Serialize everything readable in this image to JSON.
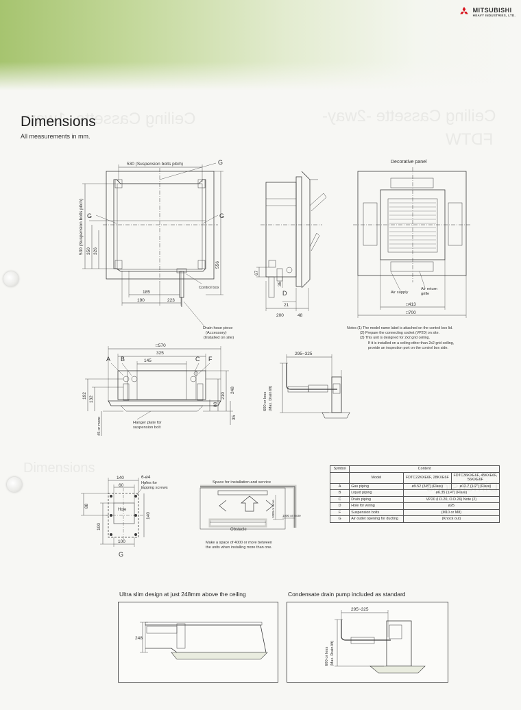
{
  "header": {
    "brand": "MITSUBISHI",
    "brand_sub": "HEAVY INDUSTRIES, LTD."
  },
  "page": {
    "title": "Dimensions",
    "subtitle": "All measurements in mm."
  },
  "top_view": {
    "suspension_pitch_h": "530 (Suspension bolts pitch)",
    "suspension_pitch_v": "530 (Suspension bolts pitch)",
    "g_label": "G",
    "dim_350": "350",
    "dim_326": "326",
    "dim_556": "556",
    "dim_185": "185",
    "dim_190": "190",
    "dim_223": "223",
    "control_box": "Control box",
    "drain_hose_1": "Drain hose piece",
    "drain_hose_2": "(Accessory)",
    "drain_hose_3": "(Installed on site)"
  },
  "side_view": {
    "d_label": "D",
    "dim_67": "67",
    "dim_35": "35",
    "dim_21": "21",
    "dim_200": "200",
    "dim_48": "48"
  },
  "panel_view": {
    "title": "Decorative panel",
    "air_supply": "Air supply",
    "air_return_1": "Air return",
    "air_return_2": "grille",
    "dim_413": "□413",
    "dim_700": "□700"
  },
  "notes": [
    "Notes (1) The model name label is attached on the control box lid.",
    "(2) Prepare the connecting socket (VP20) on site.",
    "(3) This unit is designed for 2x2 grid ceiling.",
    "If it is installed on a ceiling other than 2x2 grid ceiling,",
    "provide an inspection port on the control box side."
  ],
  "front_view": {
    "dim_570": "□570",
    "dim_325": "325",
    "dim_145": "145",
    "a": "A",
    "b": "B",
    "c": "C",
    "f": "F",
    "dim_192": "192",
    "dim_132": "132",
    "dim_210": "210",
    "dim_248": "248",
    "dim_88": "88",
    "dim_35": "35",
    "dim_45": "45 or more",
    "hanger_1": "Hanger plate for",
    "hanger_2": "suspension bolt"
  },
  "drain_lift": {
    "dim_295": "295~325",
    "dim_600": "600  or less",
    "max_lift": "(Max. Drain lift)"
  },
  "hole_detail": {
    "dim_140_top": "140",
    "dim_60": "60",
    "holes_1": "6-ø4",
    "holes_2": "Holes for",
    "holes_3": "tapping screws",
    "dim_88": "88",
    "dim_100_left": "100",
    "dim_140_right": "140",
    "hole": "Hole",
    "dim_100_bottom": "100",
    "g": "G"
  },
  "service_space": {
    "title": "Space for installation and service",
    "dim_1000_a": "1000 or more",
    "dim_1000_b": "1000 or more",
    "obstacle": "Obstacle",
    "note_1": "Make a space of 4000 or more between",
    "note_2": "the units when installing more than one."
  },
  "table": {
    "header": [
      "Symbol",
      "Content"
    ],
    "model_label": "Model",
    "model_a": "FDTC22KXE6F, 28KXE6F",
    "model_b": "FDTC36KXE6F, 45KXE6F, 56KXE6F",
    "rows": [
      {
        "sym": "A",
        "item": "Gas piping",
        "a": "ø9.52 (3/8\") (Flare)",
        "b": "ø12.7 (1/2\") (Flare)"
      },
      {
        "sym": "B",
        "item": "Liquid piping",
        "ab": "ø6.35 (1/4\") (Flare)"
      },
      {
        "sym": "C",
        "item": "Drain piping",
        "ab": "VP20 (I.D.20, O.D.26)   Note (2)"
      },
      {
        "sym": "D",
        "item": "Hole for wiring",
        "ab": "ø25"
      },
      {
        "sym": "F",
        "item": "Suspension bolts",
        "ab": "(M10 or M8)"
      },
      {
        "sym": "G",
        "item": "Air outlet opening for ducting",
        "ab": "(Knock out)"
      }
    ]
  },
  "captions": {
    "left": "Ultra slim design at just 248mm above the ceiling",
    "right": "Condensate drain pump included as standard"
  },
  "slim_box": {
    "dim_248": "248"
  },
  "pump_box": {
    "dim_295": "295~325",
    "dim_600": "600  or less",
    "max_lift": "(Max. Drain lift)"
  },
  "background": {
    "ghost_1": "Ceiling Cassette -1way-",
    "ghost_2": "Ceiling Cassette -2way-",
    "ghost_3": "FDTW",
    "ghost_4": "Dimensions",
    "ghost_5": "Dimensions"
  },
  "colors": {
    "banner_green": "#a6c46f",
    "logo_red": "#d7111b",
    "line": "#3a3a3a"
  }
}
